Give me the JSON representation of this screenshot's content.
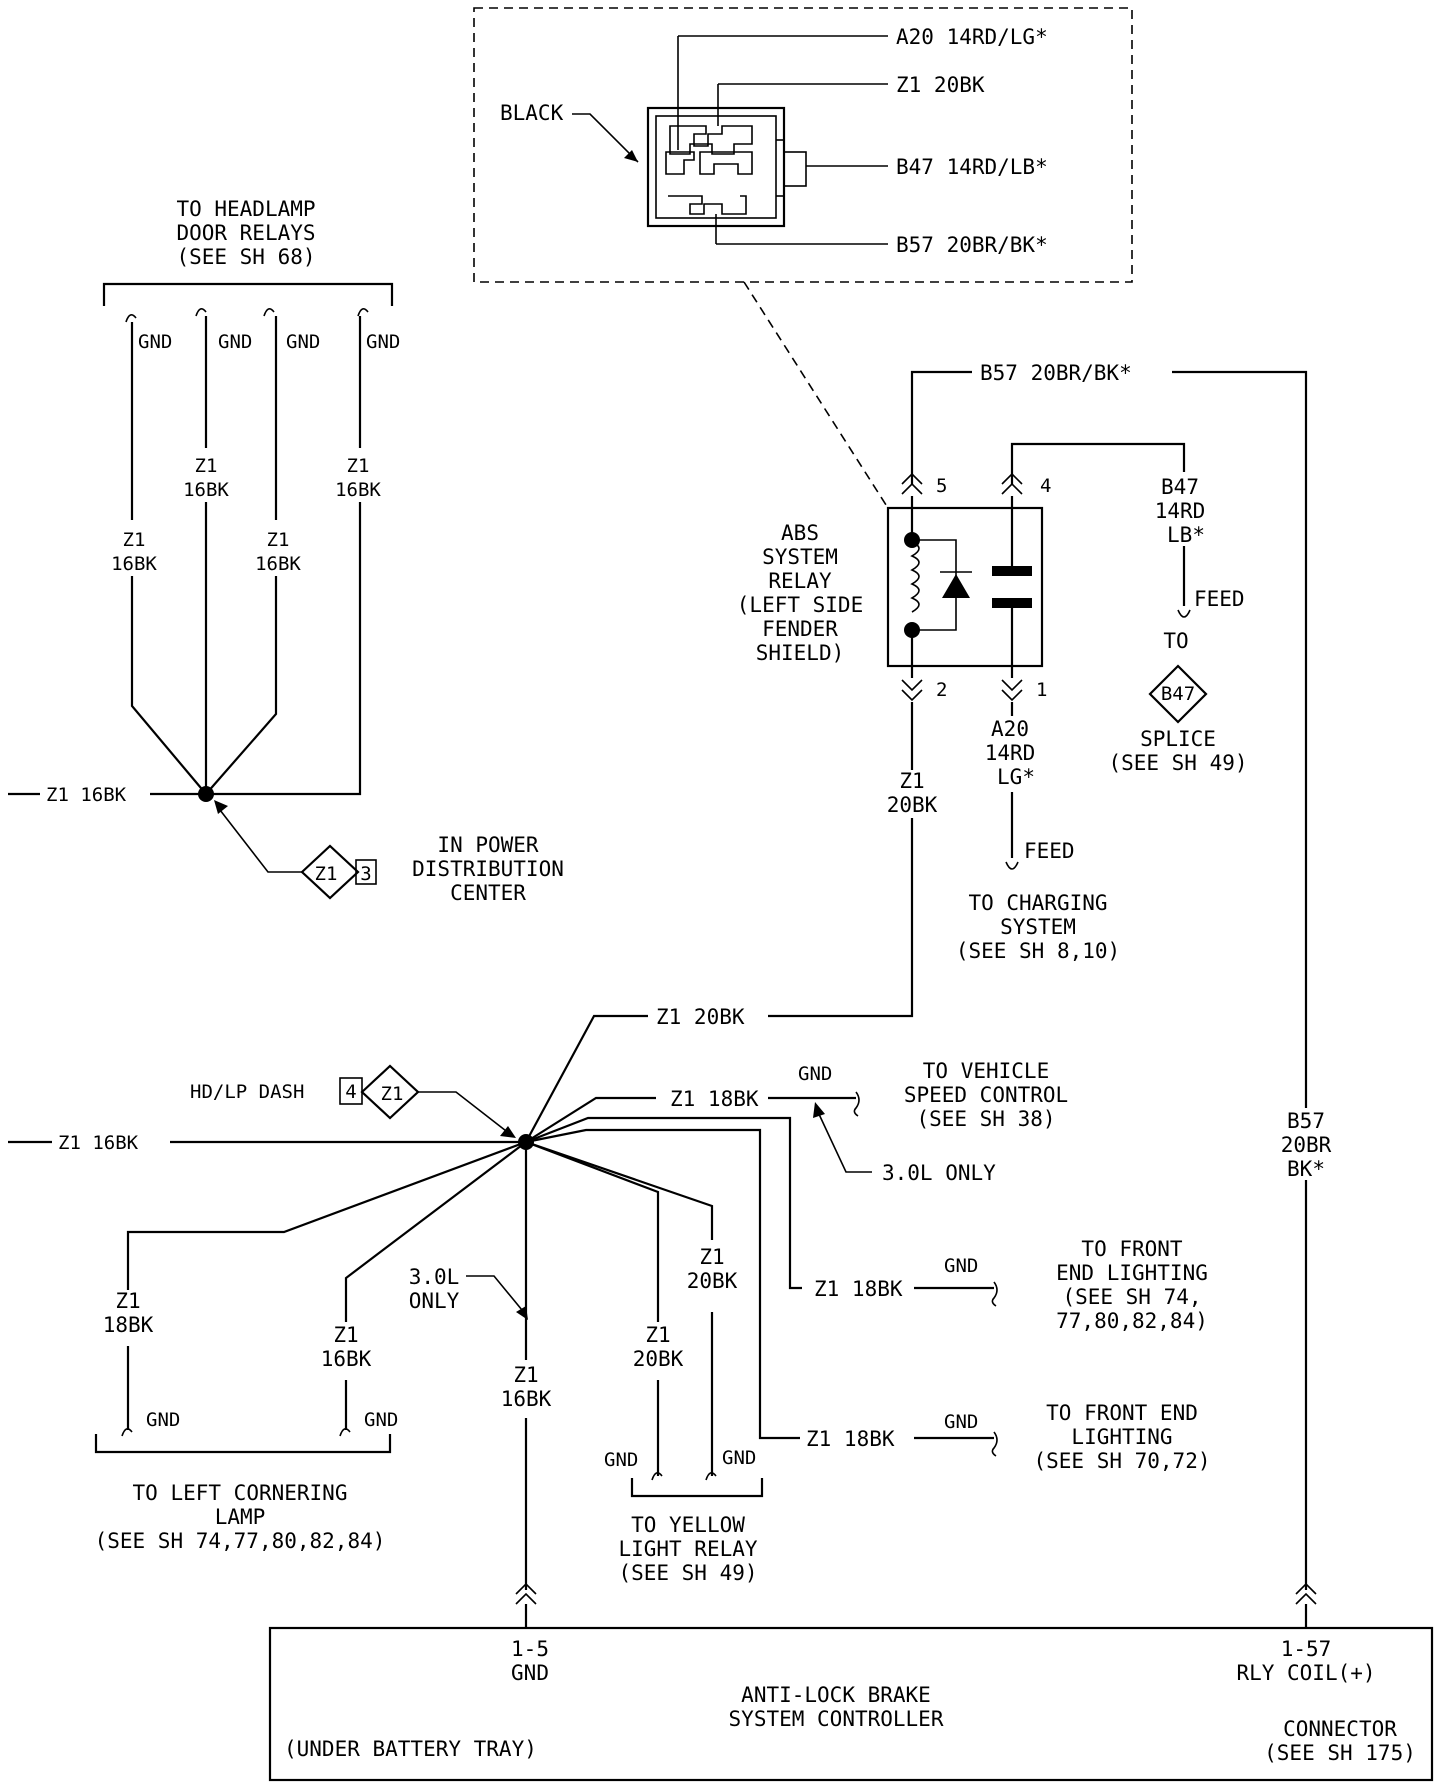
{
  "connector": {
    "callout": "BLACK",
    "pins": [
      "A20 14RD/LG*",
      "Z1 20BK",
      "B47 14RD/LB*",
      "B57 20BR/BK*"
    ]
  },
  "headlamp": {
    "title": [
      "TO HEADLAMP",
      "DOOR RELAYS",
      "(SEE SH 68)"
    ],
    "gnd": "GND",
    "wire": [
      "Z1",
      "16BK"
    ],
    "in_wire": "Z1 16BK"
  },
  "pdc": {
    "id": "Z1",
    "pin": "3",
    "caption": [
      "IN POWER",
      "DISTRIBUTION",
      "CENTER"
    ]
  },
  "relay": {
    "name": [
      "ABS",
      "SYSTEM",
      "RELAY",
      "(LEFT SIDE",
      "FENDER",
      "SHIELD)"
    ],
    "pins": [
      "5",
      "4",
      "2",
      "1"
    ]
  },
  "wires": {
    "b57_top": "B57 20BR/BK*",
    "b47": [
      "B47",
      "14RD",
      "LB*"
    ],
    "feed": "FEED",
    "to": "TO",
    "a20": [
      "A20",
      "14RD",
      "LG*"
    ],
    "z1_20bk": [
      "Z1",
      "20BK"
    ],
    "z1_20bk_line": "Z1 20BK",
    "b57_right": [
      "B57",
      "20BR",
      "BK*"
    ]
  },
  "splice": {
    "id": "B47",
    "caption": [
      "SPLICE",
      "(SEE SH 49)"
    ]
  },
  "charging": [
    "TO CHARGING",
    "SYSTEM",
    "(SEE SH 8,10)"
  ],
  "dash": {
    "label": "HD/LP DASH",
    "pin": "4",
    "id": "Z1"
  },
  "lower": {
    "in_wire": "Z1 16BK",
    "speed_wire": "Z1 18BK",
    "gnd": "GND",
    "speed": [
      "TO VEHICLE",
      "SPEED CONTROL",
      "(SEE SH 38)"
    ],
    "only_30l": "3.0L ONLY",
    "only_30l_split": [
      "3.0L",
      "ONLY"
    ],
    "front_a_wire": "Z1 18BK",
    "front_a": [
      "TO FRONT",
      "END LIGHTING",
      "(SEE SH 74,",
      "77,80,82,84)"
    ],
    "front_b_wire": "Z1 18BK",
    "front_b": [
      "TO FRONT END",
      "LIGHTING",
      "(SEE SH 70,72)"
    ],
    "w18": [
      "Z1",
      "18BK"
    ],
    "w16": [
      "Z1",
      "16BK"
    ],
    "w20": [
      "Z1",
      "20BK"
    ],
    "corner": [
      "TO LEFT CORNERING",
      "LAMP",
      "(SEE SH 74,77,80,82,84)"
    ],
    "yellow": [
      "TO YELLOW",
      "LIGHT RELAY",
      "(SEE SH 49)"
    ]
  },
  "controller": {
    "pin_left": [
      "1-5",
      "GND"
    ],
    "pin_right": [
      "1-57",
      "RLY COIL(+)"
    ],
    "name": [
      "ANTI-LOCK BRAKE",
      "SYSTEM CONTROLLER"
    ],
    "location": "(UNDER BATTERY TRAY)",
    "connector": [
      "CONNECTOR",
      "(SEE SH 175)"
    ]
  }
}
